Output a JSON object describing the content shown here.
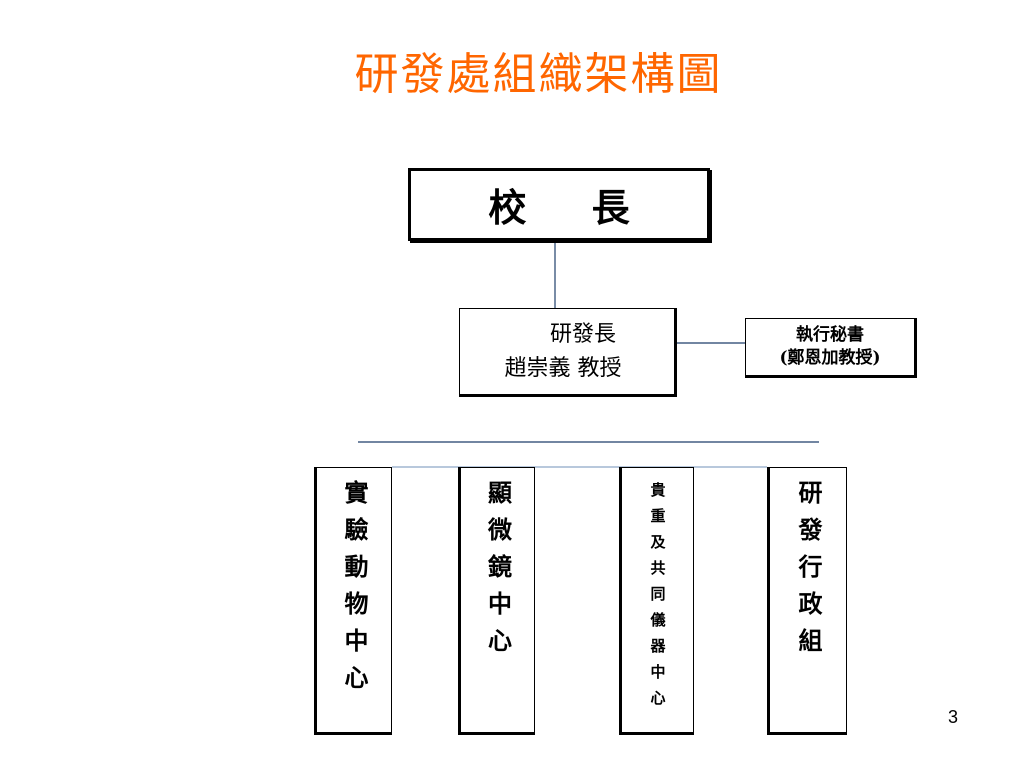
{
  "title": "研發處組織架構圖",
  "president": {
    "label": "校 長"
  },
  "director": {
    "title": "研發長",
    "name": "趙崇義 教授"
  },
  "secretary": {
    "title": "執行秘書",
    "name": "(鄭恩加教授)"
  },
  "units": [
    {
      "label": "實驗動物中心"
    },
    {
      "label": "顯微鏡中心"
    },
    {
      "label": "貴重及共同儀器中心"
    },
    {
      "label": "研發行政組"
    }
  ],
  "page_number": "3",
  "colors": {
    "title": "#ff6600",
    "line": "#1f3f6b",
    "border": "#000000"
  }
}
